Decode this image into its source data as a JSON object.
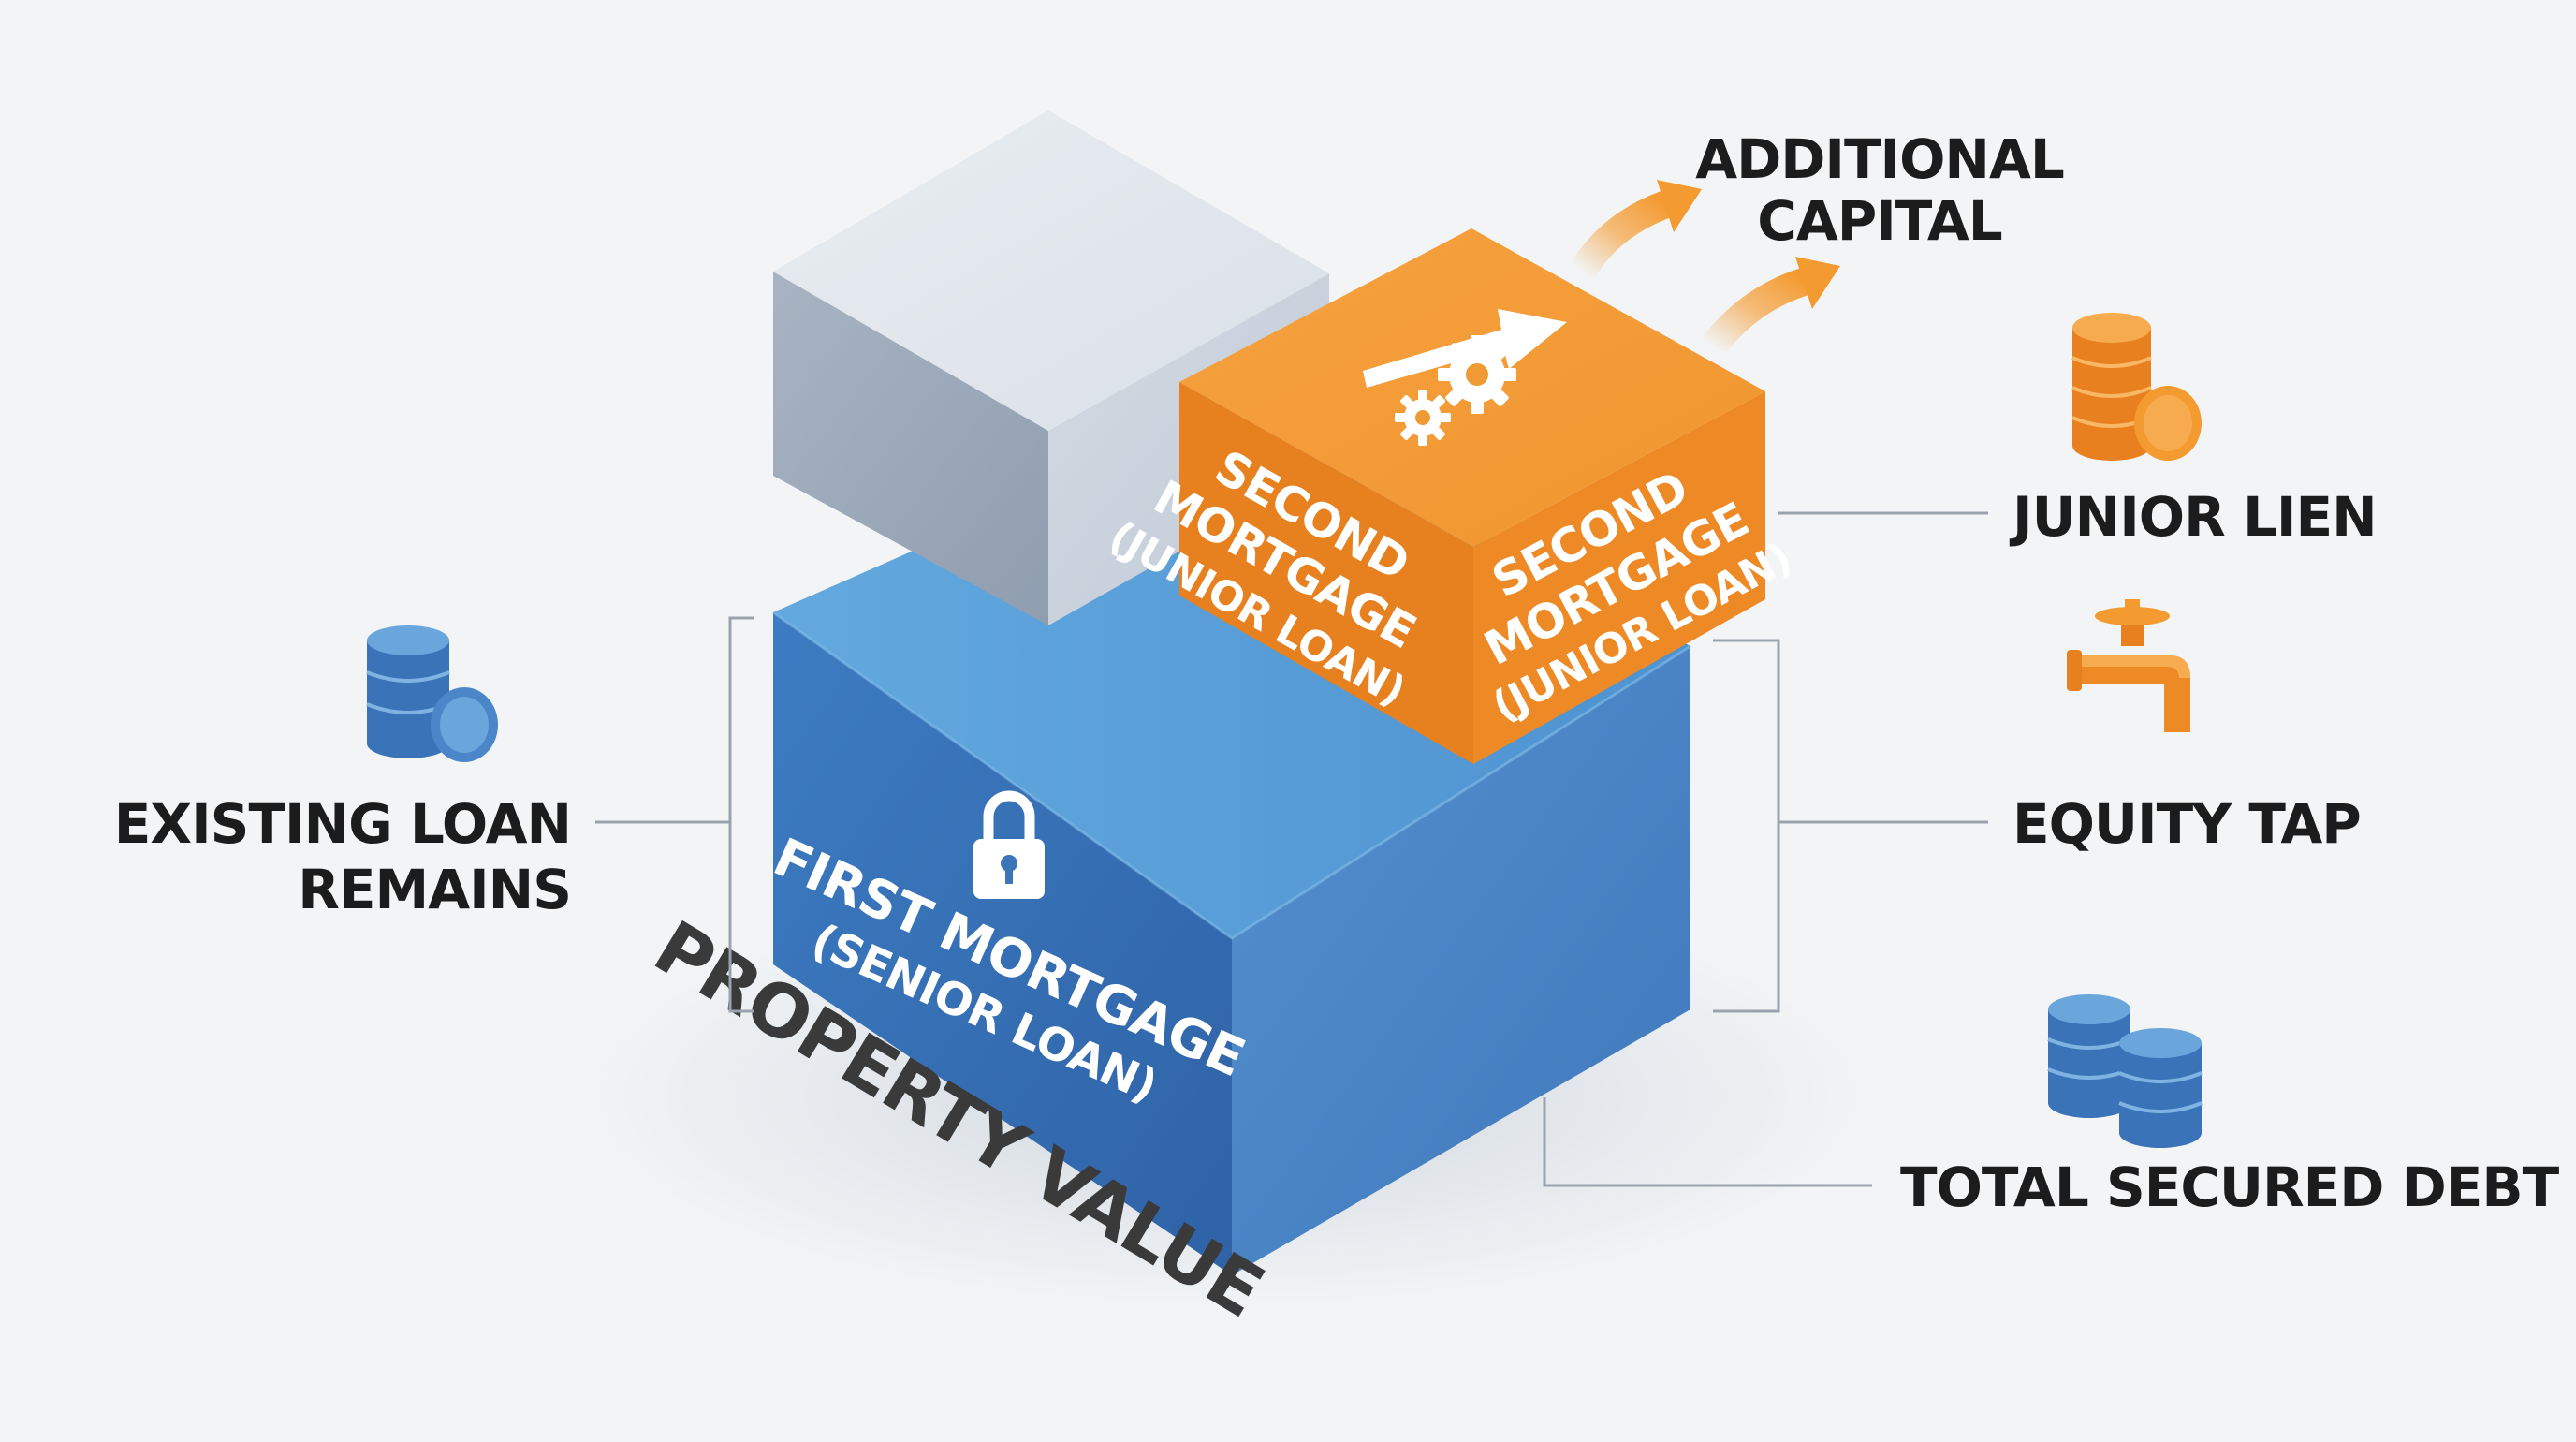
{
  "diagram": {
    "first_mortgage": {
      "line1": "FIRST MORTGAGE",
      "line2": "(SENIOR LOAN)"
    },
    "second_mortgage_left": {
      "line1": "SECOND",
      "line2": "MORTGAGE",
      "line3": "(JUNIOR LOAN)"
    },
    "second_mortgage_right": {
      "line1": "SECOND",
      "line2": "MORTGAGE",
      "line3": "(JUNIOR LOAN)"
    },
    "property_value": "PROPERTY VALUE",
    "additional_capital": {
      "line1": "ADDITIONAL",
      "line2": "CAPITAL"
    },
    "junior_lien": "JUNIOR LIEN",
    "equity_tap": "EQUITY TAP",
    "total_secured_debt": "TOTAL SECURED DEBT",
    "existing_loan": {
      "line1": "EXISTING LOAN",
      "line2": "REMAINS"
    }
  },
  "icons": {
    "first_mortgage_icon": "lock-icon",
    "second_mortgage_icon": "arrow-gears-icon",
    "junior_lien_icon": "orange-coin-stack-icon",
    "equity_tap_icon": "faucet-icon",
    "total_debt_icon": "blue-coin-stacks-icon",
    "existing_loan_icon": "blue-coin-stack-icon"
  },
  "colors": {
    "senior_blue": "#3f7bbd",
    "junior_orange": "#ec8a2c",
    "equity_gray": "#c7d0da",
    "background": "#f2f4f6"
  }
}
